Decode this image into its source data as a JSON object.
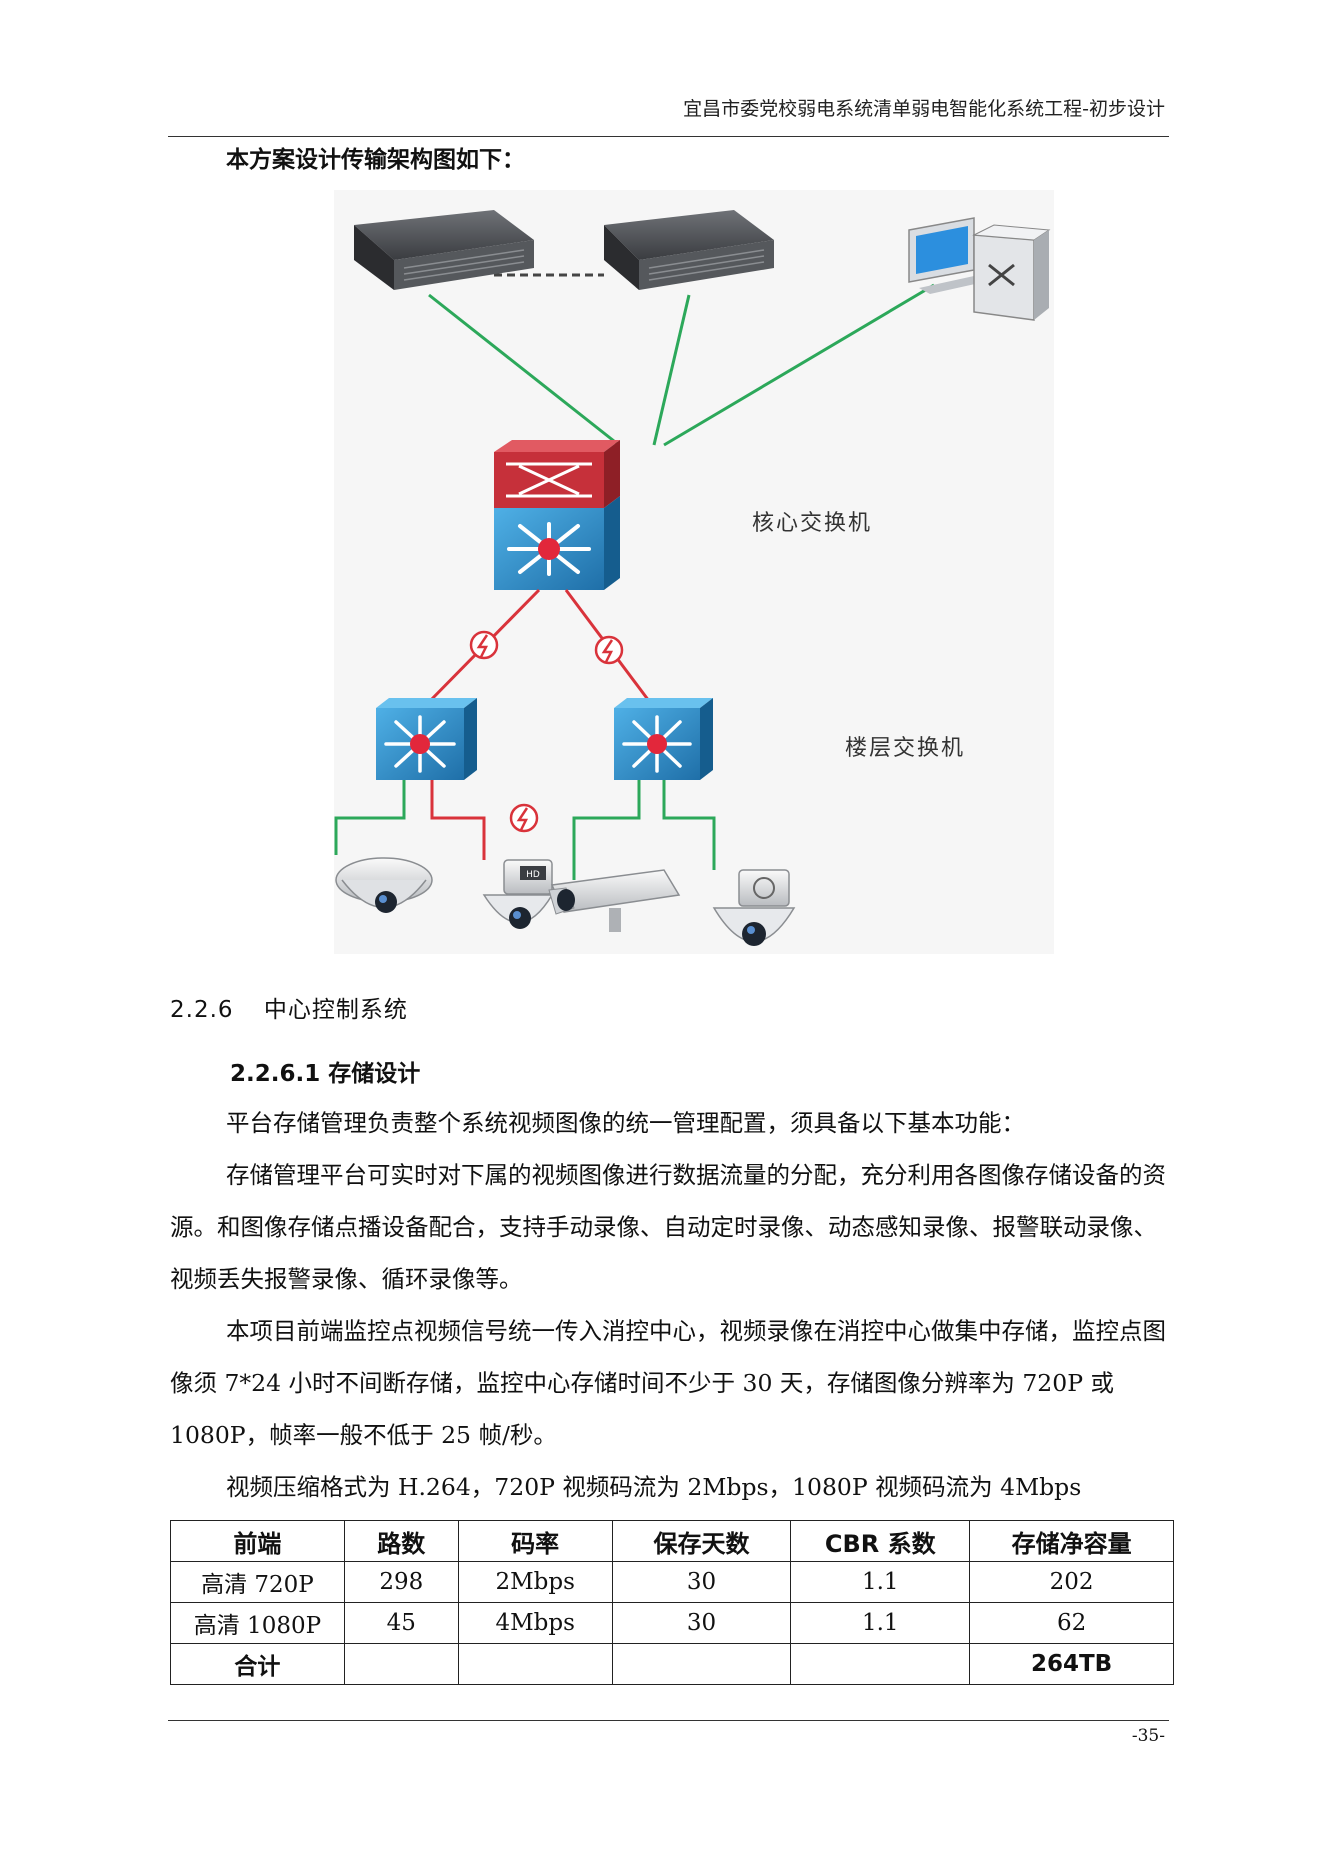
{
  "header": {
    "title": "宜昌市委党校弱电系统清单弱电智能化系统工程-初步设计"
  },
  "intro": "本方案设计传输架构图如下：",
  "diagram": {
    "core_switch_label": "核心交换机",
    "floor_switch_label": "楼层交换机",
    "camera_hd_badge": "HD",
    "colors": {
      "link_green": "#2ca85a",
      "link_red": "#d9333b",
      "switch_blue": "#2d8fc9"
    }
  },
  "section": {
    "number": "2.2.6",
    "title": "中心控制系统",
    "subsection_title": "2.2.6.1 存储设计"
  },
  "paragraphs": [
    "平台存储管理负责整个系统视频图像的统一管理配置，须具备以下基本功能：",
    "存储管理平台可实时对下属的视频图像进行数据流量的分配，充分利用各图像存储设备的资源。和图像存储点播设备配合，支持手动录像、自动定时录像、动态感知录像、报警联动录像、视频丢失报警录像、循环录像等。",
    "本项目前端监控点视频信号统一传入消控中心，视频录像在消控中心做集中存储，监控点图像须 7*24 小时不间断存储，监控中心存储时间不少于 30 天，存储图像分辨率为 720P 或 1080P，帧率一般不低于 25 帧/秒。",
    "视频压缩格式为 H.264，720P 视频码流为 2Mbps，1080P 视频码流为 4Mbps"
  ],
  "table": {
    "headers": [
      "前端",
      "路数",
      "码率",
      "保存天数",
      "CBR 系数",
      "存储净容量"
    ],
    "rows": [
      [
        "高清 720P",
        "298",
        "2Mbps",
        "30",
        "1.1",
        "202"
      ],
      [
        "高清 1080P",
        "45",
        "4Mbps",
        "30",
        "1.1",
        "62"
      ],
      [
        "合计",
        "",
        "",
        "",
        "",
        "264TB"
      ]
    ]
  },
  "footer": {
    "page_number": "-35-"
  }
}
